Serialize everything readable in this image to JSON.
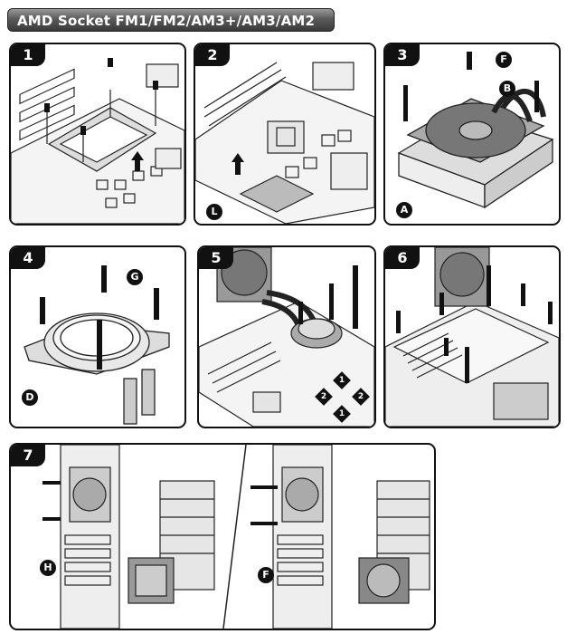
{
  "header": {
    "title": "AMD Socket FM1/FM2/AM3+/AM3/AM2"
  },
  "steps": [
    {
      "number": "1",
      "labels": []
    },
    {
      "number": "2",
      "labels": [
        "L"
      ]
    },
    {
      "number": "3",
      "labels": [
        "F",
        "B",
        "A"
      ]
    },
    {
      "number": "4",
      "labels": [
        "G",
        "D"
      ]
    },
    {
      "number": "5",
      "labels": [],
      "screw_order": [
        "1",
        "2",
        "2",
        "1"
      ]
    },
    {
      "number": "6",
      "labels": []
    },
    {
      "number": "7",
      "labels": [
        "H",
        "F"
      ]
    }
  ],
  "colors": {
    "ink": "#111111",
    "title_bg": "#4a4a4a",
    "line": "#222222",
    "shade": "#9a9a9a"
  }
}
